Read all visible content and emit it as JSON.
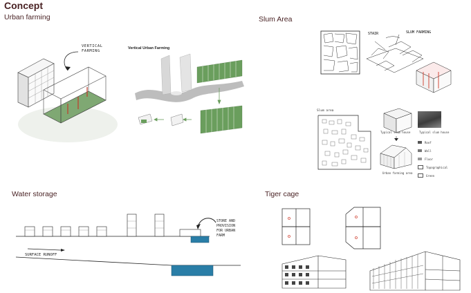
{
  "page": {
    "title": "Concept"
  },
  "sections": {
    "urban_farming": {
      "label": "Urban farming",
      "annotation": "VERTICAL FARMING",
      "render_title": "Vertical Urban Farming"
    },
    "slum_area": {
      "label": "Slum Area",
      "sketch_notes": [
        "STAIR",
        "SLUM FARMING"
      ],
      "plan_label": "Slum area",
      "house_label": "Typical slum house",
      "photo_label": "Typical slum house",
      "farm_label": "Urban farming area",
      "legend": [
        "Roof",
        "Wall",
        "Floor",
        "Topographical",
        "Green"
      ]
    },
    "water_storage": {
      "label": "Water storage",
      "note": "STORE AND PROVISION FOR URBAN FARM",
      "runoff": "SURFACE RUNOFF"
    },
    "tiger_cage": {
      "label": "Tiger cage"
    }
  },
  "colors": {
    "heading": "#4a2325",
    "green": "#5f9e63",
    "water": "#2a7ea7"
  }
}
